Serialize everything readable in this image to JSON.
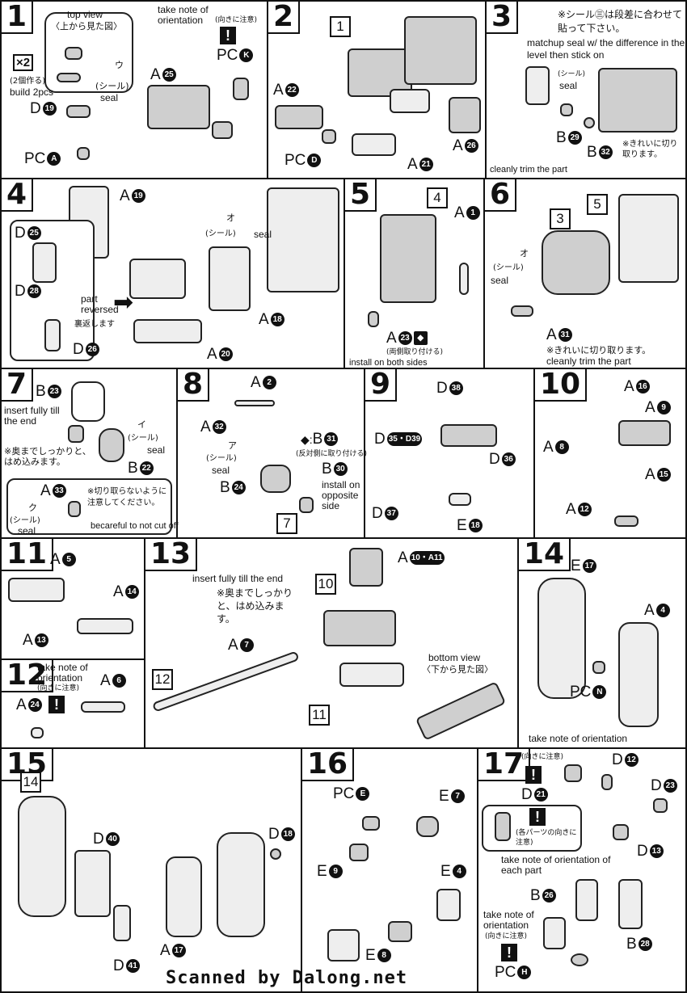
{
  "steps": {
    "s1": {
      "no": "1",
      "top_view": "top view",
      "top_view_jp": "〈上から見た図〉",
      "x2": "×2",
      "x2_jp": "(2個作る)",
      "build": "build 2pcs",
      "seal_jp": "(シール)",
      "seal": "seal",
      "seal_id": "ウ",
      "note": "take note of orientation",
      "note_jp": "(向きに注意)",
      "parts": [
        {
          "r": "PC",
          "n": "K"
        },
        {
          "r": "A",
          "n": "25"
        },
        {
          "r": "D",
          "n": "19"
        },
        {
          "r": "PC",
          "n": "A"
        }
      ]
    },
    "s2": {
      "no": "2",
      "ref": "1",
      "parts": [
        {
          "r": "A",
          "n": "22"
        },
        {
          "r": "PC",
          "n": "D"
        },
        {
          "r": "A",
          "n": "21"
        },
        {
          "r": "A",
          "n": "26"
        }
      ]
    },
    "s3": {
      "no": "3",
      "jp_note": "※シール㊂は段差に合わせて貼って下さい。",
      "note": "matchup seal w/ the difference in the level then stick on",
      "seal_jp": "(シール)",
      "seal": "seal",
      "trim_jp": "※きれいに切り取ります。",
      "trim": "cleanly trim the part",
      "parts": [
        {
          "r": "B",
          "n": "29"
        },
        {
          "r": "B",
          "n": "32"
        }
      ]
    },
    "s4": {
      "no": "4",
      "seal_jp": "(シール)",
      "seal": "seal",
      "seal_id": "オ",
      "reversed": "part reversed",
      "reversed_jp": "裏返します",
      "parts": [
        {
          "r": "A",
          "n": "19"
        },
        {
          "r": "D",
          "n": "25"
        },
        {
          "r": "D",
          "n": "28"
        },
        {
          "r": "D",
          "n": "26"
        },
        {
          "r": "A",
          "n": "18"
        },
        {
          "r": "A",
          "n": "20"
        }
      ]
    },
    "s5": {
      "no": "5",
      "ref": "4",
      "both_jp": "(両側取り付ける)",
      "both": "install on both sides",
      "parts": [
        {
          "r": "A",
          "n": "1"
        },
        {
          "r": "A",
          "n": "23"
        }
      ]
    },
    "s6": {
      "no": "6",
      "ref1": "3",
      "ref2": "5",
      "seal_jp": "(シール)",
      "seal": "seal",
      "seal_id": "オ",
      "trim_jp": "※きれいに切り取ります。",
      "trim": "cleanly trim the part",
      "parts": [
        {
          "r": "A",
          "n": "31"
        }
      ]
    },
    "s7": {
      "no": "7",
      "insert": "insert fully till the end",
      "insert_jp": "※奥までしっかりと、はめ込みます。",
      "seal_jp": "(シール)",
      "seal": "seal",
      "seal_id1": "イ",
      "seal_id2": "ク",
      "cut_jp": "※切り取らないように注意してください。",
      "cut": "becareful to not cut off",
      "parts": [
        {
          "r": "B",
          "n": "23"
        },
        {
          "r": "B",
          "n": "22"
        },
        {
          "r": "A",
          "n": "33"
        }
      ]
    },
    "s8": {
      "no": "8",
      "ref": "7",
      "seal_jp": "(シール)",
      "seal": "seal",
      "seal_id": "ア",
      "opp_jp": "(反対側に取り付ける)",
      "opp": "install on opposite side",
      "parts": [
        {
          "r": "A",
          "n": "2"
        },
        {
          "r": "A",
          "n": "32"
        },
        {
          "r": "B",
          "n": "24"
        },
        {
          "r": "B",
          "n": "31"
        },
        {
          "r": "B",
          "n": "30"
        }
      ]
    },
    "s9": {
      "no": "9",
      "parts": [
        {
          "r": "D",
          "n": "38"
        },
        {
          "r": "D",
          "n": "35・D39"
        },
        {
          "r": "D",
          "n": "36"
        },
        {
          "r": "D",
          "n": "37"
        },
        {
          "r": "E",
          "n": "18"
        }
      ]
    },
    "s10": {
      "no": "10",
      "parts": [
        {
          "r": "A",
          "n": "16"
        },
        {
          "r": "A",
          "n": "9"
        },
        {
          "r": "A",
          "n": "8"
        },
        {
          "r": "A",
          "n": "15"
        },
        {
          "r": "A",
          "n": "12"
        }
      ]
    },
    "s11": {
      "no": "11",
      "parts": [
        {
          "r": "A",
          "n": "5"
        },
        {
          "r": "A",
          "n": "14"
        },
        {
          "r": "A",
          "n": "13"
        }
      ]
    },
    "s12": {
      "no": "12",
      "note": "take note of orientation",
      "note_jp": "(向きに注意)",
      "parts": [
        {
          "r": "A",
          "n": "6"
        },
        {
          "r": "A",
          "n": "24"
        }
      ]
    },
    "s13": {
      "no": "13",
      "insert": "insert fully till the end",
      "insert_jp": "※奥までしっかりと、はめ込みます。",
      "bottom": "bottom view",
      "bottom_jp": "〈下から見た図〉",
      "ref1": "10",
      "ref2": "12",
      "ref3": "11",
      "parts": [
        {
          "r": "A",
          "n": "10・A11"
        },
        {
          "r": "A",
          "n": "7"
        }
      ]
    },
    "s14": {
      "no": "14",
      "note": "take note of orientation",
      "parts": [
        {
          "r": "E",
          "n": "17"
        },
        {
          "r": "A",
          "n": "4"
        },
        {
          "r": "PC",
          "n": "N"
        }
      ]
    },
    "s15": {
      "no": "15",
      "ref": "14",
      "parts": [
        {
          "r": "D",
          "n": "40"
        },
        {
          "r": "D",
          "n": "18"
        },
        {
          "r": "A",
          "n": "17"
        },
        {
          "r": "D",
          "n": "41"
        }
      ]
    },
    "s16": {
      "no": "16",
      "parts": [
        {
          "r": "PC",
          "n": "E"
        },
        {
          "r": "E",
          "n": "7"
        },
        {
          "r": "E",
          "n": "9"
        },
        {
          "r": "E",
          "n": "4"
        },
        {
          "r": "E",
          "n": "8"
        }
      ]
    },
    "s17": {
      "no": "17",
      "note_jp": "(向きに注意)",
      "each_jp": "(各パーツの向きに注意)",
      "each": "take note of orientation of each part",
      "note": "take note of orientation",
      "parts": [
        {
          "r": "D",
          "n": "12"
        },
        {
          "r": "D",
          "n": "21"
        },
        {
          "r": "D",
          "n": "23"
        },
        {
          "r": "D",
          "n": "13"
        },
        {
          "r": "B",
          "n": "26"
        },
        {
          "r": "B",
          "n": "28"
        },
        {
          "r": "PC",
          "n": "H"
        }
      ]
    }
  },
  "footer": "Scanned by Dalong.net"
}
